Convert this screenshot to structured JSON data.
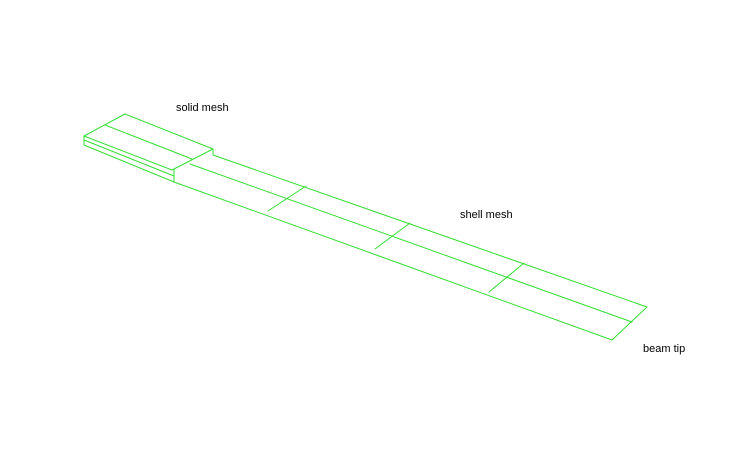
{
  "labels": {
    "solid_mesh": "solid mesh",
    "shell_mesh": "shell mesh",
    "beam_tip": "beam tip"
  },
  "colors": {
    "background": "#ffffff",
    "mesh_line": "#33dd33",
    "label_text": "#000000"
  }
}
